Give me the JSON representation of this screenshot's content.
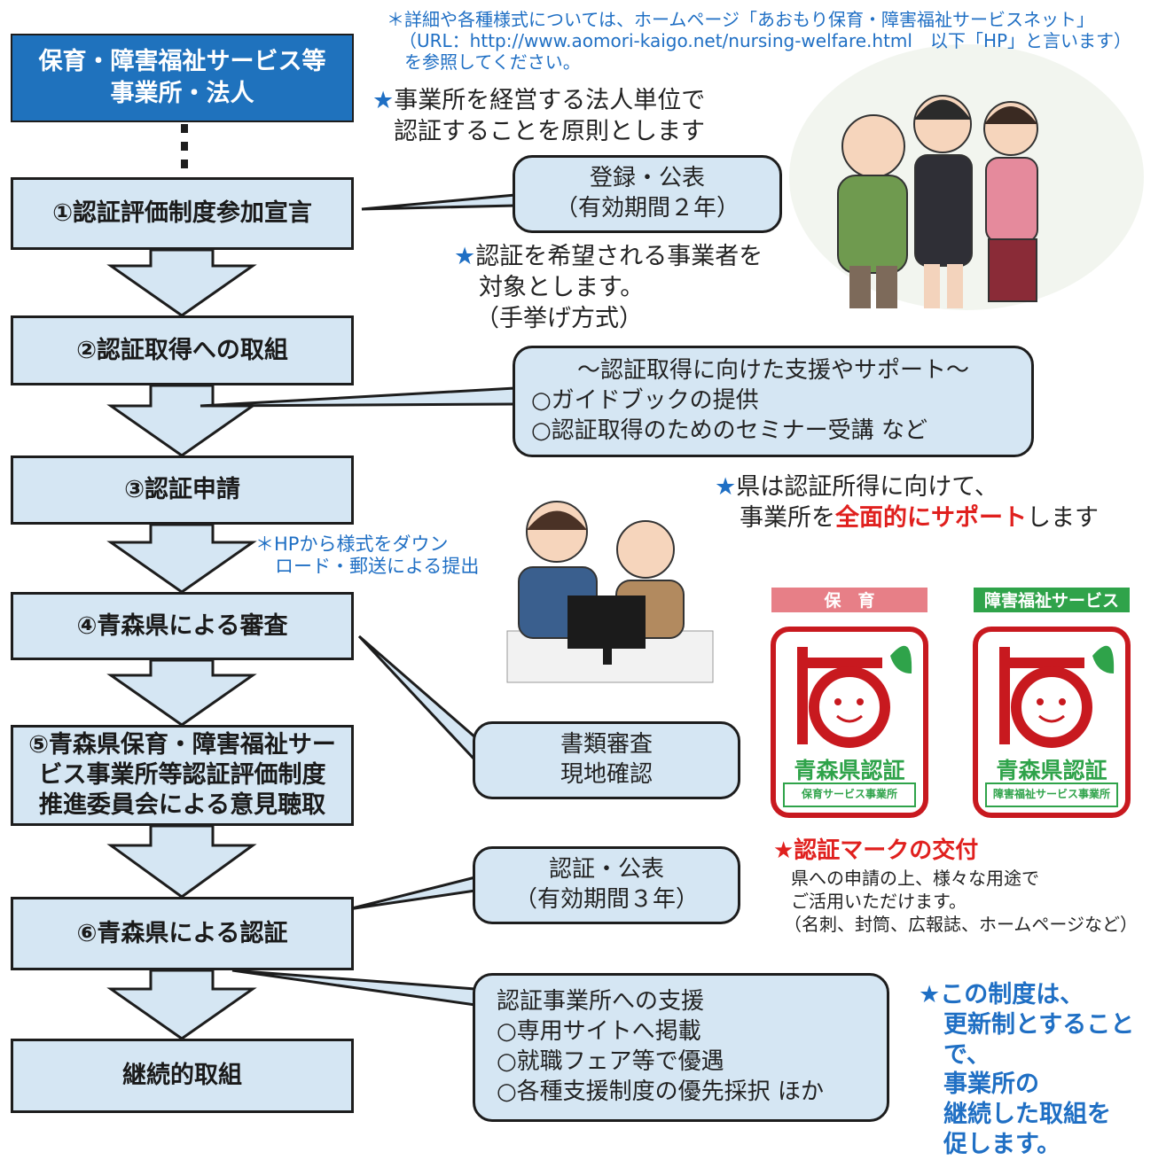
{
  "header_note": {
    "line1": "＊詳細や各種様式については、ホームページ「あおもり保育・障害福祉サービスネット」",
    "line2": "（URL：http://www.aomori-kaigo.net/nursing-welfare.html　以下「HP」と言います）",
    "line3": "を参照してください。"
  },
  "top_box": {
    "line1": "保育・障害福祉サービス等",
    "line2": "事業所・法人"
  },
  "principle": {
    "star": "★",
    "line1": "事業所を経営する法人単位で",
    "line2": "認証することを原則とします"
  },
  "steps": [
    {
      "label": "①認証評価制度参加宣言"
    },
    {
      "label": "②認証取得への取組"
    },
    {
      "label": "③認証申請"
    },
    {
      "label": "④青森県による審査"
    },
    {
      "line1": "⑤青森県保育・障害福祉サー",
      "line2": "ビス事業所等認証評価制度",
      "line3": "推進委員会による意見聴取"
    },
    {
      "label": "⑥青森県による認証"
    },
    {
      "label": "継続的取組"
    }
  ],
  "bubbles": {
    "register": {
      "line1": "登録・公表",
      "line2": "（有効期間２年）"
    },
    "support": {
      "line1": "～認証取得に向けた支援やサポート～",
      "line2": "○ガイドブックの提供",
      "line3": "○認証取得のためのセミナー受講 など"
    },
    "review": {
      "line1": "書類審査",
      "line2": "現地確認"
    },
    "certify": {
      "line1": "認証・公表",
      "line2": "（有効期間３年）"
    },
    "benefits": {
      "line1": "認証事業所への支援",
      "line2": "○専用サイトへ掲載",
      "line3": "○就職フェア等で優遇",
      "line4": "○各種支援制度の優先採択 ほか"
    }
  },
  "hope_note": {
    "star": "★",
    "line1": "認証を希望される事業者を",
    "line2": "対象とします。",
    "line3": "（手挙げ方式）"
  },
  "upload_note": {
    "line1": "＊HPから様式をダウン",
    "line2": "ロード・郵送による提出"
  },
  "support_note": {
    "star": "★",
    "line1": "県は認証所得に向けて、",
    "line2_pre": "事業所を",
    "line2_red": "全面的にサポート",
    "line2_post": "します"
  },
  "marks": {
    "childcare": {
      "label": "保　育",
      "title": "青森県認証",
      "subtitle": "保育サービス事業所"
    },
    "disability": {
      "label": "障害福祉サービス",
      "title": "青森県認証",
      "subtitle": "障害福祉サービス事業所"
    }
  },
  "mark_note": {
    "heading": "★認証マークの交付",
    "line1": "県への申請の上、様々な用途で",
    "line2": "ご活用いただけます。",
    "line3": "（名刺、封筒、広報誌、ホームページなど）"
  },
  "renewal_note": {
    "line1": "★この制度は、",
    "line2": "更新制とすることで、",
    "line3": "事業所の",
    "line4": "継続した取組を",
    "line5": "促します。"
  },
  "colors": {
    "step_fill": "#d5e6f3",
    "top_fill": "#1f72bd",
    "accent_blue": "#1f6fc4",
    "accent_red": "#e0201e",
    "mark_pink": "#e77f87",
    "mark_green": "#2fa34a",
    "mark_red": "#c8191f"
  }
}
